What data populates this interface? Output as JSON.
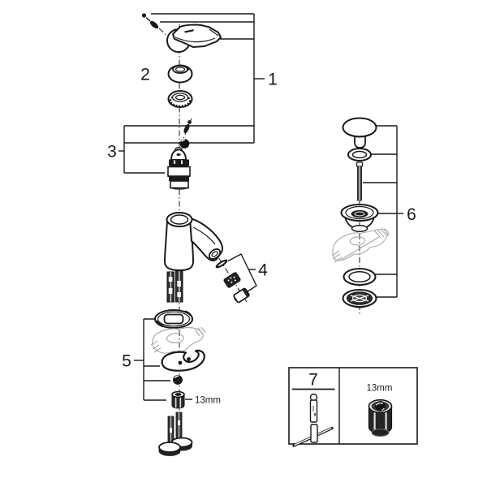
{
  "diagram": {
    "kind": "exploded-parts-diagram",
    "callouts": {
      "c1": "1",
      "c2": "2",
      "c3": "3",
      "c4": "4",
      "c5": "5",
      "c6": "6",
      "c7": "7"
    },
    "annotations": {
      "nut_size": "13mm",
      "tool_nut_size": "13mm"
    },
    "colors": {
      "line": "#1a1a1a",
      "sketch": "#a6abae",
      "background": "#ffffff"
    }
  }
}
